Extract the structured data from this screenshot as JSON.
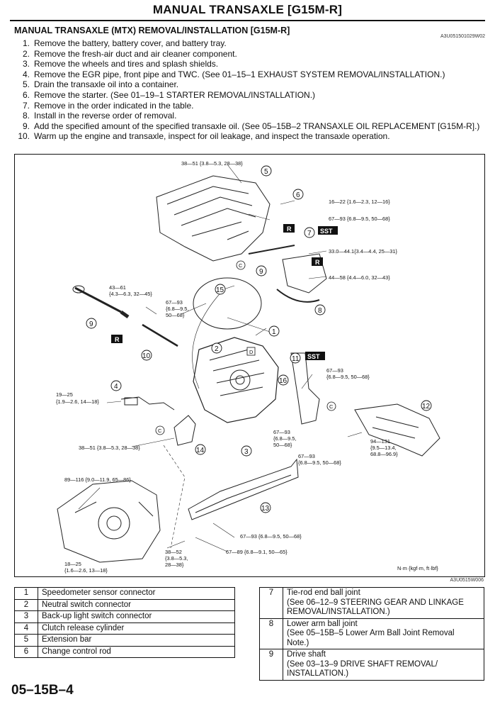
{
  "header": {
    "title": "MANUAL TRANSAXLE [G15M-R]"
  },
  "section": {
    "title": "MANUAL TRANSAXLE (MTX) REMOVAL/INSTALLATION [G15M-R]",
    "code": "A3U051501029W02"
  },
  "steps": [
    {
      "num": "1.",
      "text": "Remove the battery, battery cover, and battery tray."
    },
    {
      "num": "2.",
      "text": "Remove the fresh-air duct and air cleaner component."
    },
    {
      "num": "3.",
      "text": "Remove the wheels and tires and splash shields."
    },
    {
      "num": "4.",
      "text": "Remove the EGR pipe, front pipe and TWC. (See 01–15–1 EXHAUST SYSTEM REMOVAL/INSTALLATION.)"
    },
    {
      "num": "5.",
      "text": "Drain the transaxle oil into a container."
    },
    {
      "num": "6.",
      "text": "Remove the starter. (See 01–19–1 STARTER REMOVAL/INSTALLATION.)"
    },
    {
      "num": "7.",
      "text": "Remove in the order indicated in the table."
    },
    {
      "num": "8.",
      "text": "Install in the reverse order of removal."
    },
    {
      "num": "9.",
      "text": "Add the specified amount of the specified transaxle oil. (See 05–15B–2 TRANSAXLE OIL REPLACEMENT [G15M-R].)"
    },
    {
      "num": "10.",
      "text": "Warm up the engine and transaxle, inspect for oil leakage, and inspect the transaxle operation."
    }
  ],
  "figure": {
    "code": "A3U0515W006",
    "units": "N·m {kgf·m, ft·lbf}",
    "tag_r": "R",
    "tag_sst": "SST",
    "torques": {
      "t_top": "38—51 {3.8—5.3, 28—38}",
      "t_16_22": "16—22 {1.6—2.3, 12—16}",
      "t_67_93_a": "67—93 {6.8—9.5, 50—68}",
      "t_33_44": "33.0—44.1{3.4—4.4, 25—31}",
      "t_44_58": "44—58 {4.4—6.0, 32—43}",
      "t_43_61_1": "43—61",
      "t_43_61_2": "{4.3—6.3, 32—45}",
      "t_mid_1": "67—93",
      "t_mid_2": "{6.8—9.5,",
      "t_mid_3": "50—68}",
      "t_sst_1": "67—93",
      "t_sst_2": "{6.8—9.5, 50—68}",
      "t_19_25_1": "19—25",
      "t_19_25_2": "{1.9—2.6, 14—18}",
      "t_38_51_b": "38—51 {3.8—5.3, 28—38}",
      "t_low_1": "67—93",
      "t_low_2": "{6.8—9.5,",
      "t_low_3": "50—68}",
      "t_low2_1": "67—93",
      "t_low2_2": "{6.8—9.5, 50—68}",
      "t_94_1": "94—131",
      "t_94_2": "{9.5—13.4,",
      "t_94_3": "68.8—96.9}",
      "t_89_116": "89—116 {9.0—11.9, 65—86}",
      "t_13a": "67—93 {6.8—9.5, 50—68}",
      "t_13b": "67—89 {6.8—9.1, 50—65}",
      "t_38_52_1": "38—52",
      "t_38_52_2": "{3.8—5.3,",
      "t_38_52_3": "28—38}",
      "t_18_25_1": "18—25",
      "t_18_25_2": "{1.6—2.6, 13—18}"
    },
    "callouts": {
      "c1": "1",
      "c2": "2",
      "c3": "3",
      "c4": "4",
      "c5": "5",
      "c6": "6",
      "c7": "7",
      "c8": "8",
      "c9a": "9",
      "c9b": "9",
      "c10": "10",
      "c11": "11",
      "c12": "12",
      "c13": "13",
      "c14": "14",
      "c15": "15",
      "c16": "16"
    },
    "letters": {
      "lc1": "C",
      "lc2": "C",
      "lc3": "C",
      "ld": "D"
    }
  },
  "legend_left": [
    {
      "num": "1",
      "text": "Speedometer sensor connector"
    },
    {
      "num": "2",
      "text": "Neutral switch connector"
    },
    {
      "num": "3",
      "text": "Back-up light switch connector"
    },
    {
      "num": "4",
      "text": "Clutch release cylinder"
    },
    {
      "num": "5",
      "text": "Extension bar"
    },
    {
      "num": "6",
      "text": "Change control rod"
    }
  ],
  "legend_right": [
    {
      "num": "7",
      "line1": "Tie-rod end ball joint",
      "line2": "(See 06–12–9 STEERING GEAR AND LINKAGE",
      "line3": "REMOVAL/INSTALLATION.)"
    },
    {
      "num": "8",
      "line1": "Lower arm ball joint",
      "line2": "(See 05–15B–5 Lower Arm Ball Joint Removal",
      "line3": "Note.)"
    },
    {
      "num": "9",
      "line1": "Drive shaft",
      "line2": "(See 03–13–9 DRIVE SHAFT REMOVAL/",
      "line3": "INSTALLATION.)"
    }
  ],
  "footer": {
    "page": "05–15B–4"
  }
}
